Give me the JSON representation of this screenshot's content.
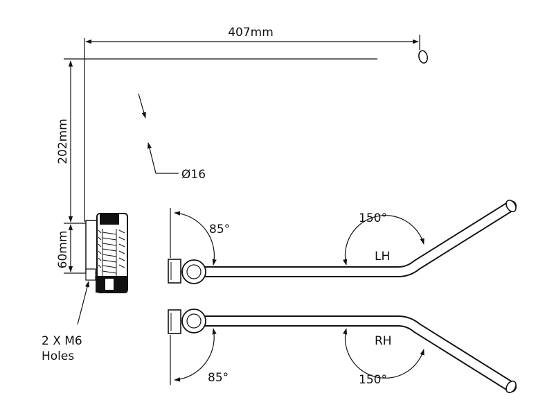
{
  "labels": {
    "width_dim": "407mm",
    "height_dim": "202mm",
    "bracket_dim": "60mm",
    "diameter": "Ø16",
    "holes_line1": "2 X M6",
    "holes_line2": "Holes",
    "lh_label": "LH",
    "rh_label": "RH",
    "lh_angle_85": "85°",
    "lh_angle_150": "150°",
    "rh_angle_85": "85°",
    "rh_angle_150": "150°"
  },
  "colors": {
    "line": "#111111",
    "background": "#ffffff"
  }
}
